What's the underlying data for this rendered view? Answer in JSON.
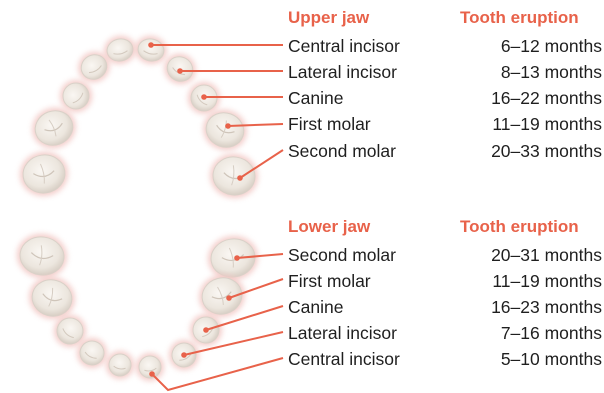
{
  "colors": {
    "accent": "#e8624a",
    "tooth_fill": "#f1ece6",
    "tooth_shadow": "#d9d1c8",
    "tooth_glow": "#f2c8c4",
    "text": "#1f1f1f"
  },
  "upper_jaw": {
    "heading": "Upper jaw",
    "eruption_heading": "Tooth eruption",
    "teeth": [
      {
        "name": "Central incisor",
        "eruption": "6–12 months"
      },
      {
        "name": "Lateral incisor",
        "eruption": "8–13 months"
      },
      {
        "name": "Canine",
        "eruption": "16–22 months"
      },
      {
        "name": "First molar",
        "eruption": "11–19 months"
      },
      {
        "name": "Second molar",
        "eruption": "20–33 months"
      }
    ]
  },
  "lower_jaw": {
    "heading": "Lower jaw",
    "eruption_heading": "Tooth eruption",
    "teeth": [
      {
        "name": "Second molar",
        "eruption": "20–31 months"
      },
      {
        "name": "First molar",
        "eruption": "11–19 months"
      },
      {
        "name": "Canine",
        "eruption": "16–23 months"
      },
      {
        "name": "Lateral incisor",
        "eruption": "7–16 months"
      },
      {
        "name": "Central incisor",
        "eruption": "5–10 months"
      }
    ]
  }
}
